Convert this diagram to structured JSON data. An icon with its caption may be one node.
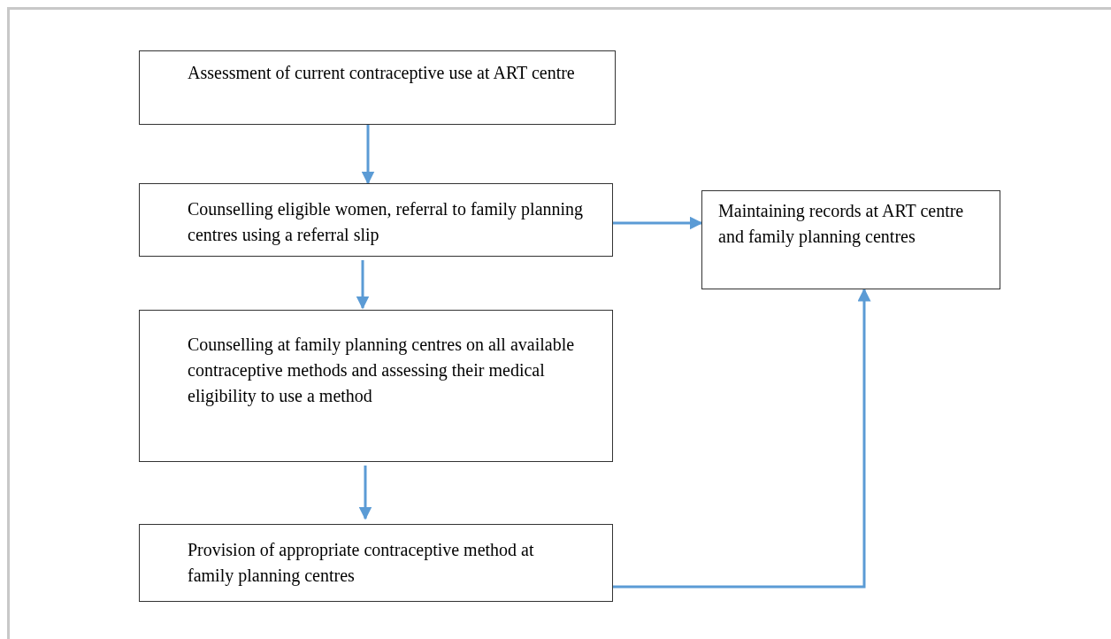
{
  "diagram": {
    "nodes": [
      {
        "text": [
          "Assessment of current contraceptive use at ART centre"
        ]
      },
      {
        "text": [
          "Counselling eligible women, referral to family planning centres using a referral slip"
        ]
      },
      {
        "text": [
          "Counselling at family planning centres on all available contraceptive methods and assessing their medical eligibility to use a method"
        ]
      },
      {
        "text": [
          "Provision of appropriate contraceptive method at family planning centres"
        ]
      },
      {
        "text": [
          "Maintaining records at ART centre and family planning centres"
        ]
      }
    ],
    "edges": [
      {
        "from": 0,
        "to": 1,
        "arrow": "to"
      },
      {
        "from": 1,
        "to": 2,
        "arrow": "to"
      },
      {
        "from": 2,
        "to": 3,
        "arrow": "to"
      },
      {
        "from": 1,
        "to": 4,
        "arrow": "to"
      },
      {
        "from": 3,
        "to": 4,
        "arrow": "to"
      }
    ]
  }
}
